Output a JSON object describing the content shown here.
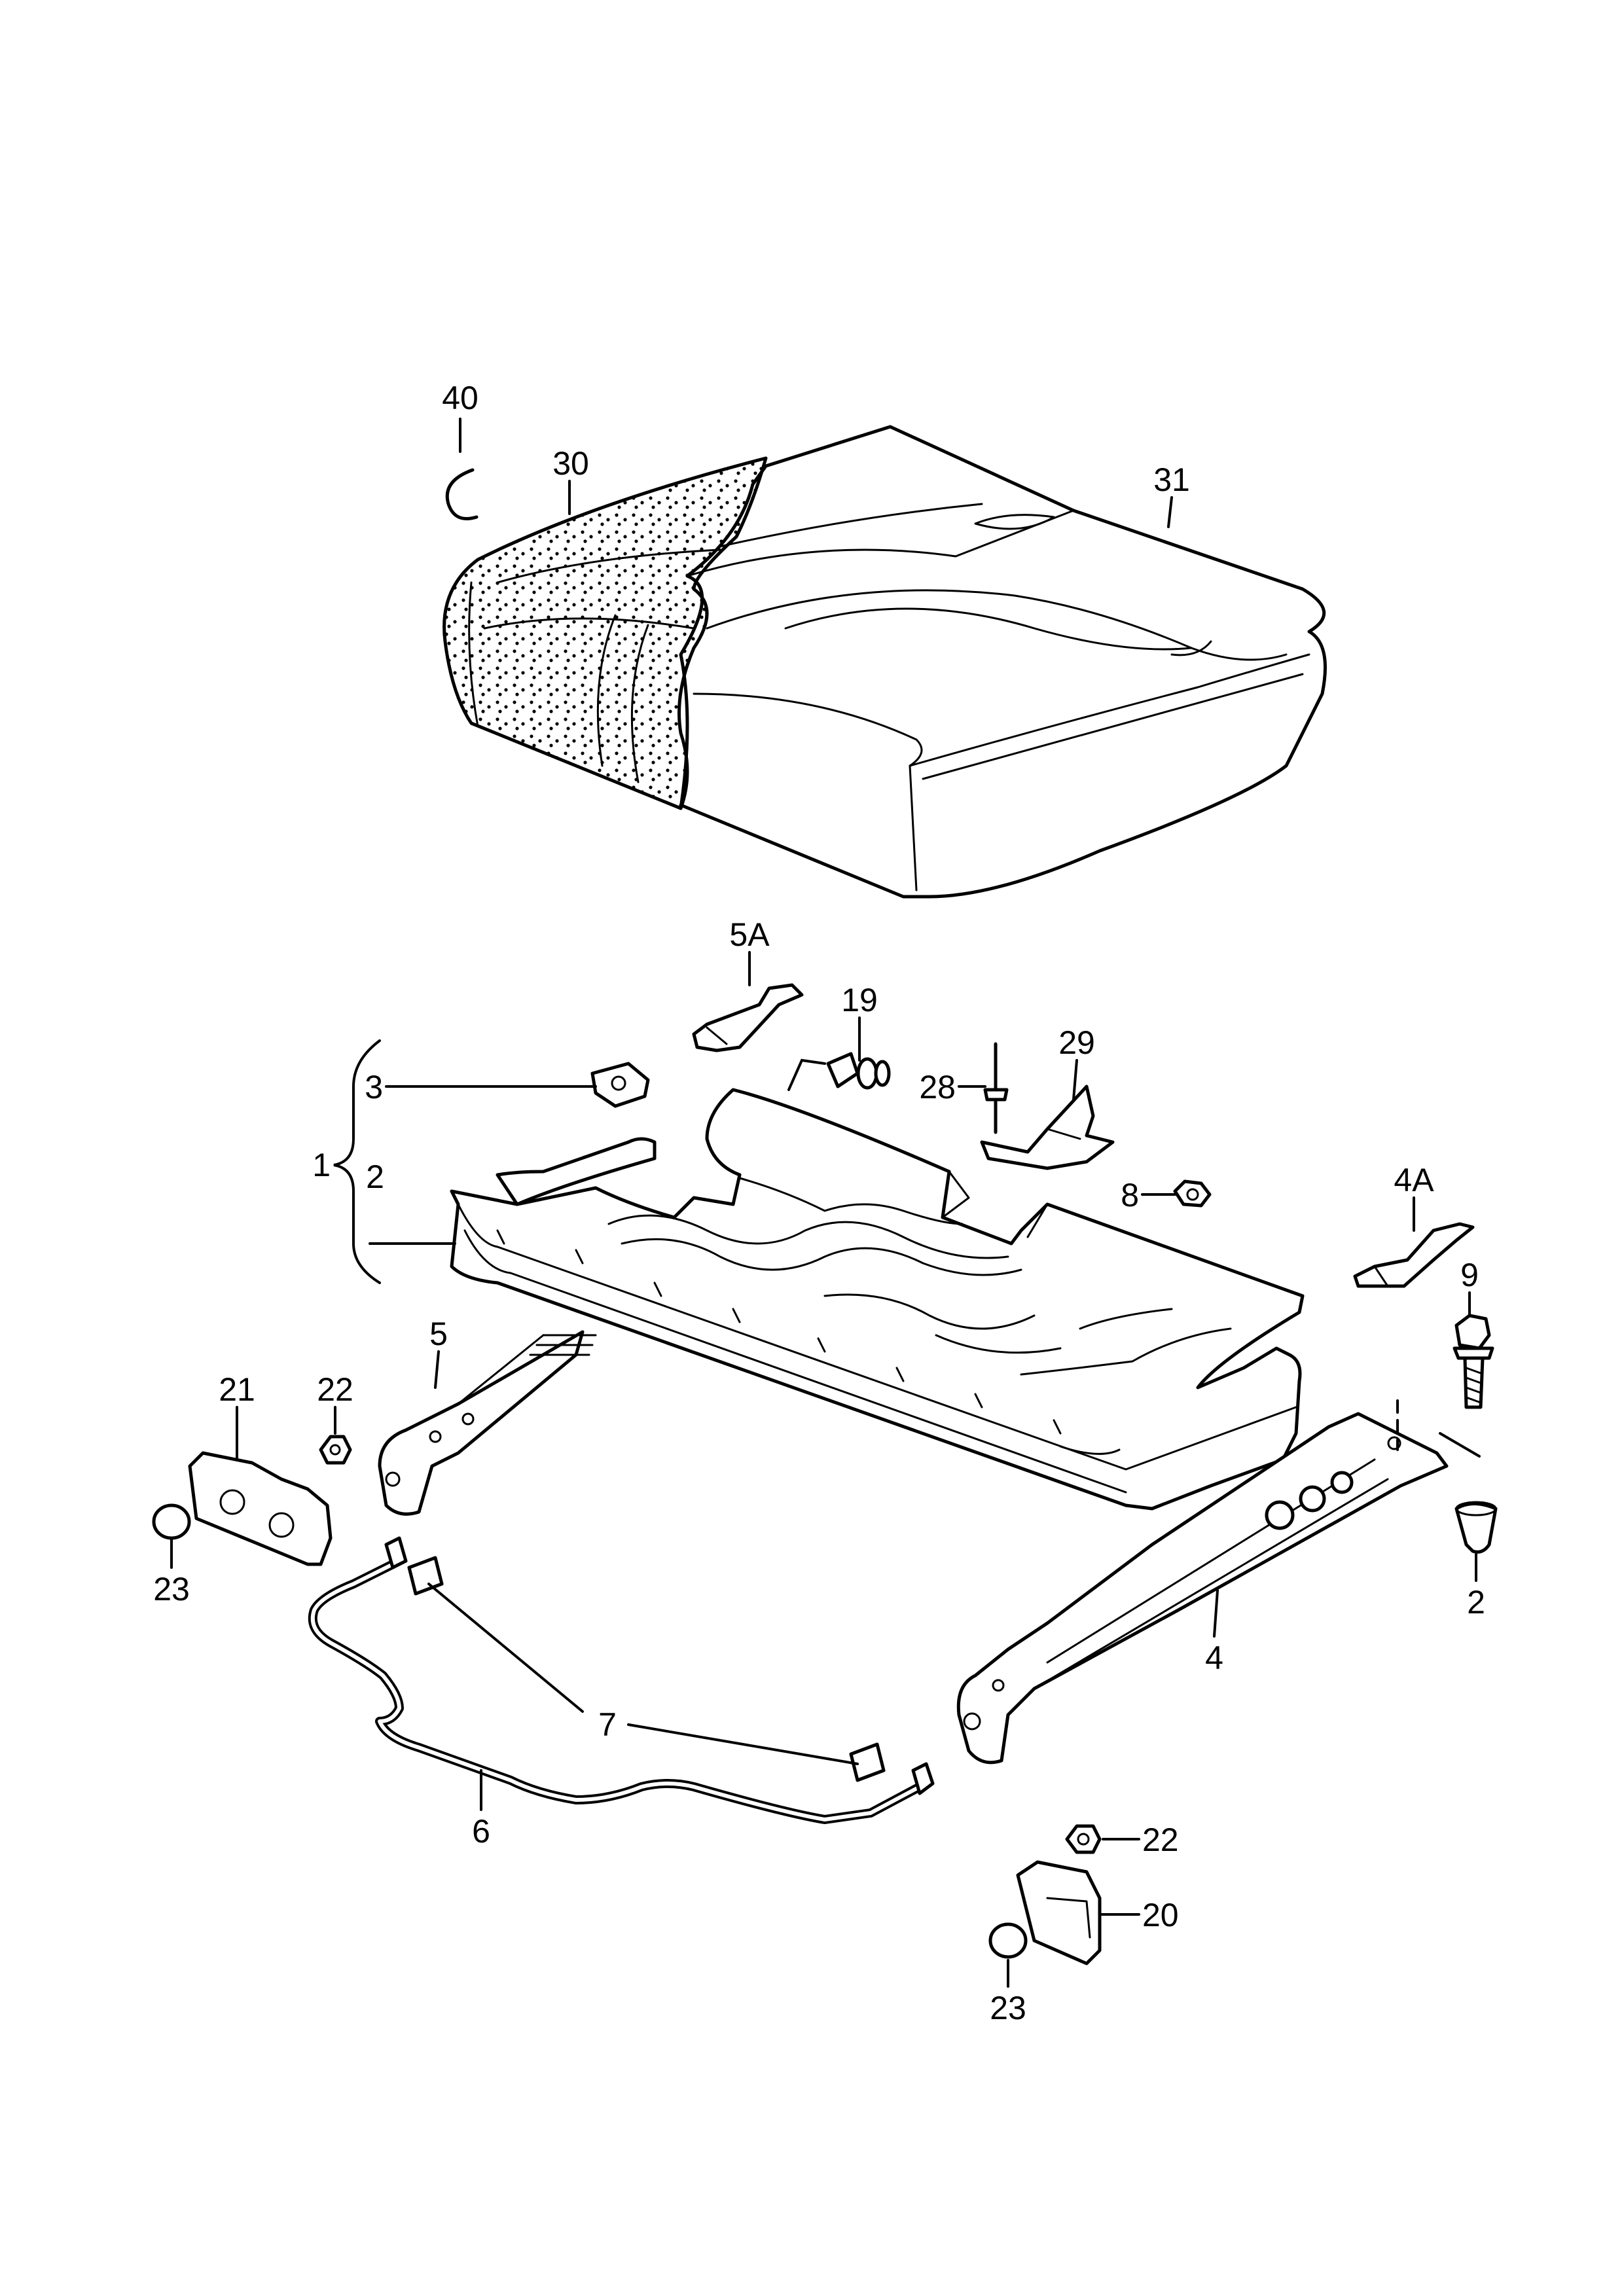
{
  "callouts": {
    "c40": "40",
    "c30": "30",
    "c31": "31",
    "c5A": "5A",
    "c19": "19",
    "c3": "3",
    "c28": "28",
    "c29": "29",
    "c1": "1",
    "c2_frame": "2",
    "c8": "8",
    "c4A": "4A",
    "c9": "9",
    "c5": "5",
    "c21": "21",
    "c22_left": "22",
    "c23_left": "23",
    "c2_right": "2",
    "c4": "4",
    "c7": "7",
    "c6": "6",
    "c22_right": "22",
    "c20": "20",
    "c23_right": "23"
  },
  "colors": {
    "line": "#000000",
    "background": "#ffffff"
  }
}
